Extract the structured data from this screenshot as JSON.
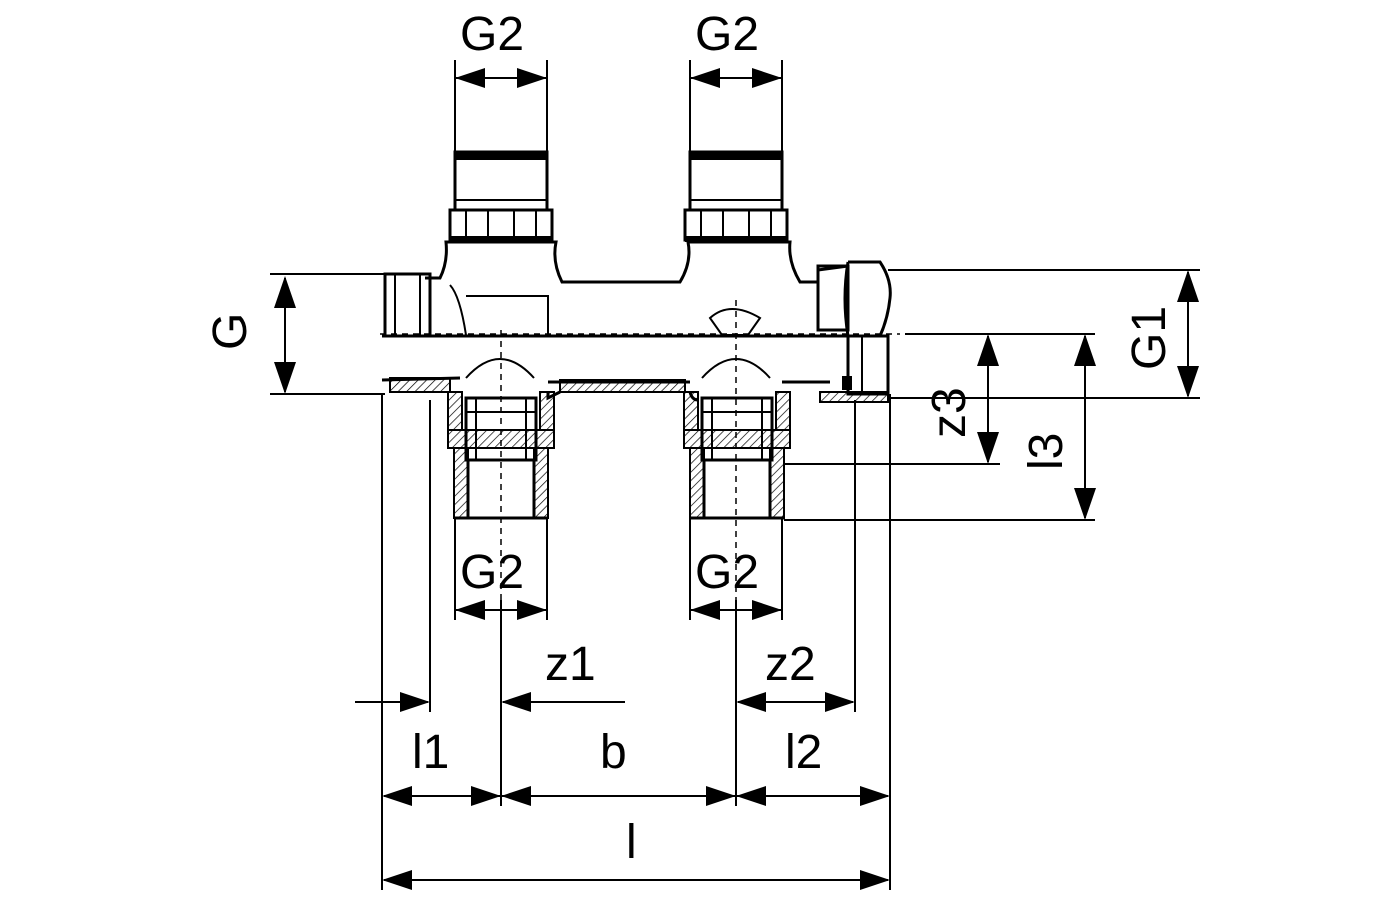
{
  "diagram": {
    "labels": {
      "g2_top_left": "G2",
      "g2_top_right": "G2",
      "g2_bottom_left": "G2",
      "g2_bottom_right": "G2",
      "g": "G",
      "g1": "G1",
      "z3": "z3",
      "l3": "l3",
      "z1": "z1",
      "z2": "z2",
      "l1": "l1",
      "b": "b",
      "l2": "l2",
      "l": "l"
    }
  }
}
